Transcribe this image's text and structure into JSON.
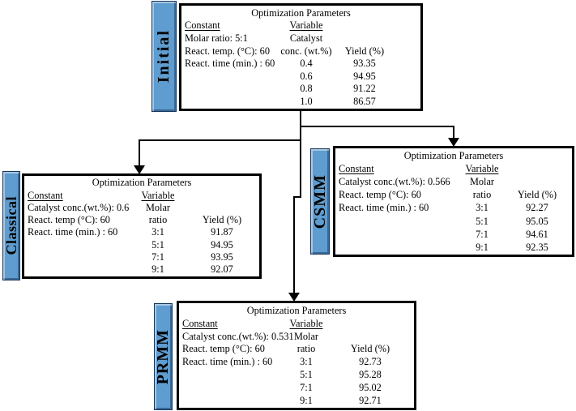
{
  "colors": {
    "tab_fill": "#5f9ccf",
    "tab_border": "#16365c",
    "box_border": "#000000",
    "connector": "#000000"
  },
  "nodes": [
    {
      "tab_label": "Initial",
      "title": "Optimization Parameters",
      "constant": {
        "header": "Constant",
        "items": [
          "Molar ratio: 5:1",
          "React. temp. (°C): 60",
          "React. time (min.) : 60"
        ]
      },
      "variable": {
        "header": "Variable",
        "name_line1": "Catalyst",
        "name_line2": "conc. (wt.%)",
        "values": [
          "0.4",
          "0.6",
          "0.8",
          "1.0"
        ]
      },
      "yield": {
        "header": "Yield (%)",
        "values": [
          "93.35",
          "94.95",
          "91.22",
          "86.57"
        ]
      }
    },
    {
      "tab_label": "Classical",
      "title": "Optimization Parameters",
      "constant": {
        "header": "Constant",
        "items": [
          "Catalyst conc.(wt.%): 0.6",
          "React. temp (°C): 60",
          "React. time (min.) : 60"
        ]
      },
      "variable": {
        "header": "Variable",
        "name_line1": "Molar",
        "name_line2": "ratio",
        "values": [
          "3:1",
          "5:1",
          "7:1",
          "9:1"
        ]
      },
      "yield": {
        "header": "Yield (%)",
        "values": [
          "91.87",
          "94.95",
          "93.95",
          "92.07"
        ]
      }
    },
    {
      "tab_label": "CSMM",
      "title": "Optimization Parameters",
      "constant": {
        "header": "Constant",
        "items": [
          "Catalyst conc.(wt.%): 0.566",
          "React. temp (°C): 60",
          "React. time (min.) : 60"
        ]
      },
      "variable": {
        "header": "Variable",
        "name_line1": "Molar",
        "name_line2": "ratio",
        "values": [
          "3:1",
          "5:1",
          "7:1",
          "9:1"
        ]
      },
      "yield": {
        "header": "Yield (%)",
        "values": [
          "92.27",
          "95.05",
          "94.61",
          "92.35"
        ]
      }
    },
    {
      "tab_label": "PRMM",
      "title": "Optimization Parameters",
      "constant": {
        "header": "Constant",
        "items": [
          "Catalyst conc.(wt.%): 0.531",
          "React. temp (°C): 60",
          "React. time (min.) : 60"
        ]
      },
      "variable": {
        "header": "Variable",
        "name_line1": "Molar",
        "name_line2": "ratio",
        "values": [
          "3:1",
          "5:1",
          "7:1",
          "9:1"
        ]
      },
      "yield": {
        "header": "Yield (%)",
        "values": [
          "92.73",
          "95.28",
          "95.02",
          "92.71"
        ]
      }
    }
  ]
}
